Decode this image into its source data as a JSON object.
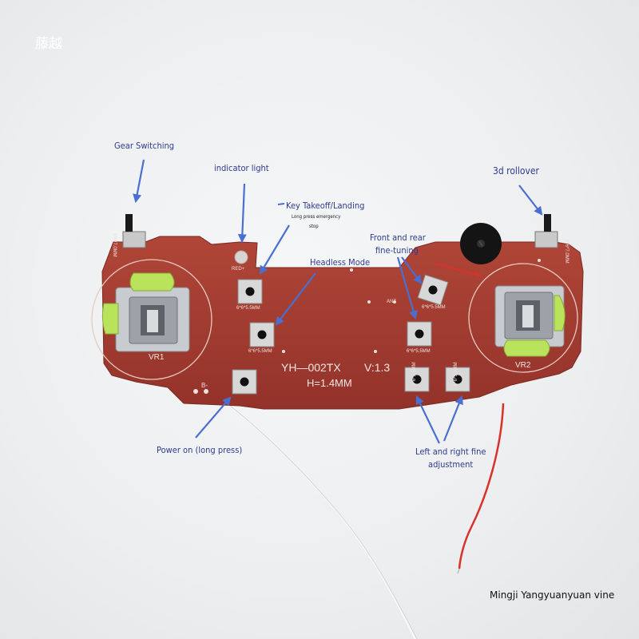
{
  "watermark": "藤越",
  "credit": "Mingji Yangyuanyuan vine",
  "board": {
    "model": "YH—002TX",
    "version": "V:1.3",
    "thickness": "H=1.4MM",
    "vr_left": "VR1",
    "vr_right": "VR2",
    "led_label": "RED+",
    "battery_label": "B-",
    "ant_label": "ANT",
    "button_size_label": "6*6*5.5MM",
    "slide_switch_label": "6*6*7.0MM"
  },
  "annotations": {
    "gear_switching": "Gear Switching",
    "indicator_light": "indicator light",
    "key_takeoff": "Key Takeoff/Landing",
    "key_takeoff_sub1": "Long press emergency",
    "key_takeoff_sub2": "stop",
    "headless_mode": "Headless Mode",
    "front_rear_1": "Front and rear",
    "front_rear_2": "fine-tuning",
    "rollover_3d": "3d rollover",
    "power_on": "Power on (long press)",
    "left_right_1": "Left and right fine",
    "left_right_2": "adjustment"
  },
  "colors": {
    "pcb": "#a0392b",
    "annotation": "#2f3b8f",
    "arrow": "#4a6fd0",
    "joystick_accent": "#b8e35a"
  }
}
